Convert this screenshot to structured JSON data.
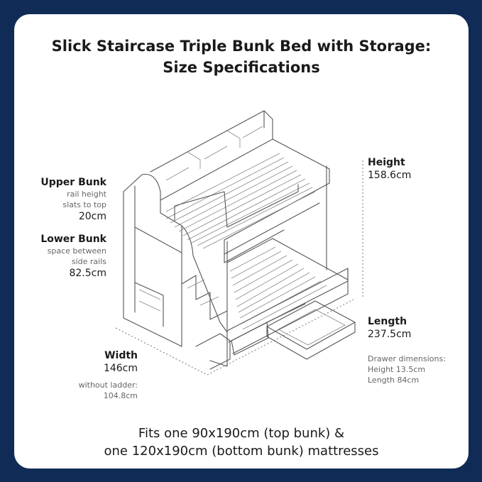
{
  "title": {
    "line1": "Slick Staircase Triple Bunk Bed with Storage:",
    "line2": "Size Specifications"
  },
  "upper_bunk": {
    "heading": "Upper Bunk",
    "desc_line1": "rail height",
    "desc_line2": "slats to top",
    "value": "20cm"
  },
  "lower_bunk": {
    "heading": "Lower Bunk",
    "desc_line1": "space between",
    "desc_line2": "side rails",
    "value": "82.5cm"
  },
  "height": {
    "heading": "Height",
    "value": "158.6cm"
  },
  "length": {
    "heading": "Length",
    "value": "237.5cm"
  },
  "drawer": {
    "heading": "Drawer dimensions:",
    "height": "Height 13.5cm",
    "length": "Length 84cm"
  },
  "width": {
    "heading": "Width",
    "value": "146cm",
    "note_line1": "without ladder:",
    "note_line2": "104.8cm"
  },
  "footer": {
    "line1": "Fits one 90x190cm (top bunk) &",
    "line2": "one 120x190cm (bottom bunk) mattresses"
  },
  "colors": {
    "background": "#0f2b56",
    "card": "#ffffff",
    "text": "#1a1a1a",
    "line": "#555555"
  },
  "icons": [
    "bunk-bed-illustration"
  ]
}
